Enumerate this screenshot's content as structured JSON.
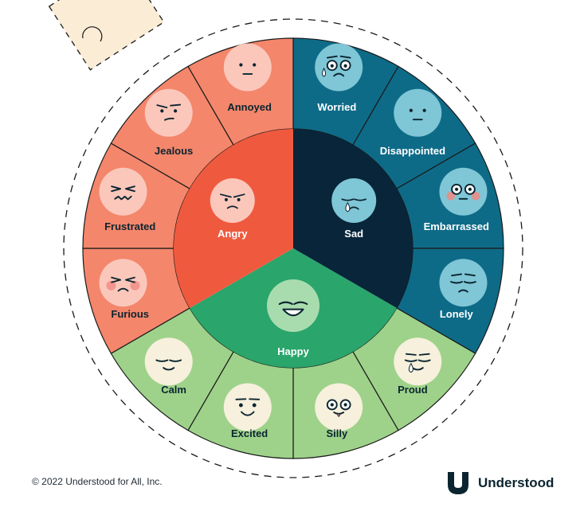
{
  "wheel": {
    "angry": {
      "label": "Angry",
      "color": "#ef5a3f",
      "outer_color": "#f4866b",
      "outer": [
        "Furious",
        "Frustrated",
        "Jealous",
        "Annoyed"
      ]
    },
    "sad": {
      "label": "Sad",
      "color": "#08253a",
      "outer_color": "#0e6b88",
      "outer": [
        "Worried",
        "Disappointed",
        "Embarrassed",
        "Lonely"
      ]
    },
    "happy": {
      "label": "Happy",
      "color": "#2aa56b",
      "outer_color": "#9ed28a",
      "outer": [
        "Proud",
        "Silly",
        "Excited",
        "Calm"
      ]
    }
  },
  "colors": {
    "face_angry": "#fbc7bb",
    "face_sad": "#7fc6d6",
    "face_happy": "#f6f0dc",
    "face_happy_center": "#a8dcae",
    "ink": "#0b2430",
    "divider": "#1a1a1a",
    "dash": "#1a1a1a",
    "tag": "#fbecd6"
  },
  "footer": {
    "copyright": "© 2022 Understood for All, Inc.",
    "brand": "Understood"
  }
}
